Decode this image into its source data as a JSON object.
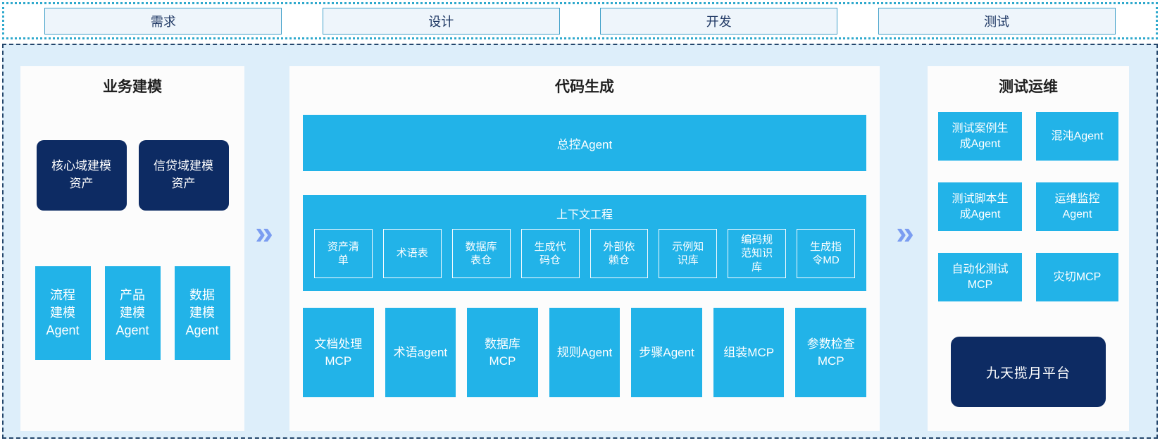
{
  "arrow_glyph": "»",
  "colors": {
    "cyan_box": "#22b3e8",
    "navy_box": "#0d2b63",
    "arrow": "#7b9df1",
    "strip_border": "#2fa9cd",
    "main_border": "#24466b",
    "main_background": "#ddeefa",
    "phase_box_fill": "#eef5fb",
    "phase_box_border": "#41a0c9",
    "phase_text": "#1f3864"
  },
  "phases": [
    "需求",
    "设计",
    "开发",
    "测试"
  ],
  "business": {
    "title": "业务建模",
    "assets": [
      "核心域建模\n资产",
      "信贷域建模\n资产"
    ],
    "agents": [
      "流程\n建模\nAgent",
      "产品\n建模\nAgent",
      "数据\n建模\nAgent"
    ]
  },
  "codegen": {
    "title": "代码生成",
    "master_agent": "总控Agent",
    "context": {
      "title": "上下文工程",
      "items": [
        "资产清\n单",
        "术语表",
        "数据库\n表仓",
        "生成代\n码仓",
        "外部依\n赖仓",
        "示例知\n识库",
        "编码规\n范知识\n库",
        "生成指\n令MD"
      ]
    },
    "tools": [
      "文档处理\nMCP",
      "术语agent",
      "数据库\nMCP",
      "规则Agent",
      "步骤Agent",
      "组装MCP",
      "参数检查\nMCP"
    ]
  },
  "testops": {
    "title": "测试运维",
    "boxes": [
      "测试案例生\n成Agent",
      "混沌Agent",
      "测试脚本生\n成Agent",
      "运维监控\nAgent",
      "自动化测试\nMCP",
      "灾切MCP"
    ],
    "platform": "九天揽月平台"
  }
}
